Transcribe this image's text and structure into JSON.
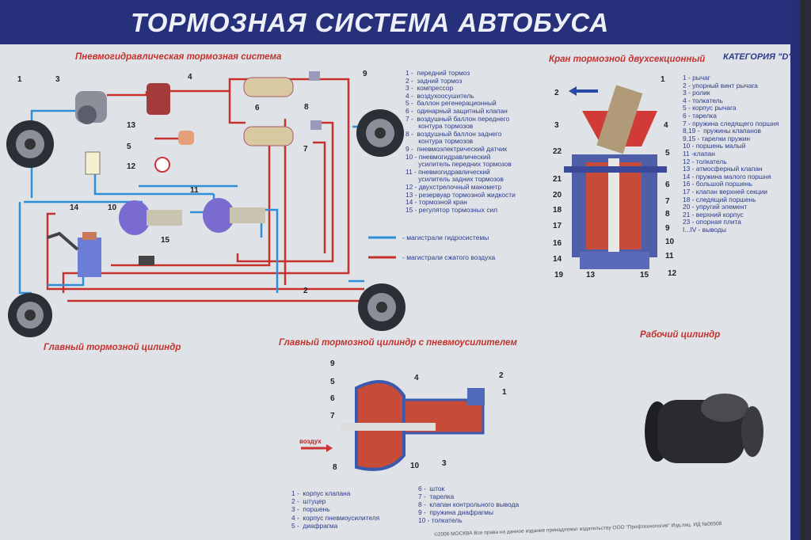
{
  "title": "ТОРМОЗНАЯ СИСТЕМА АВТОБУСА",
  "category": "КАТЕГОРИЯ \"D\"",
  "sections": {
    "pneumo": "Пневмогидравлическая тормозная система",
    "valve": "Кран тормозной двухсекционный",
    "master": "Главный тормозной цилиндр",
    "booster": "Главный тормозной цилиндр с пневмоусилителем",
    "wheel": "Рабочий цилиндр"
  },
  "line_legend": {
    "hydraulic": "- магистрали гидросистемы",
    "air": "- магистрали сжатого воздуха"
  },
  "air_label": "воздух",
  "system_legend": [
    "1 -  передний тормоз",
    "2 -  задний тормоз",
    "3 -  компрессор",
    "4 -  воздухоосушитель",
    "5 -  баллон регенерационный",
    "6 -  одинарный защитный клапан",
    "7 -  воздушный баллон переднего\n       контура тормозов",
    "8 -  воздушный баллон заднего\n       контура тормозов",
    "9 -  пневмоэлектрический датчик",
    "10 - пневмогидравлический\n       усилитель передних тормозов",
    "11 - пневмогидравлический\n       усилитель задних тормозов",
    "12 - двухстрелочный манометр",
    "13 - резервуар тормозной жидкости",
    "14 - тормозной кран",
    "15 - регулятор тормозных сил"
  ],
  "valve_legend": [
    "1 - рычаг",
    "2 - упорный винт рычага",
    "3 - ролик",
    "4 - толкатель",
    "5 - корпус рычага",
    "6 - тарелка",
    "7 - пружина следящего поршня",
    "8,19 -  пружины клапанов",
    "9,15 - тарелки пружин",
    "10 - поршень малый",
    "11 -клапан",
    "12 - толкатель",
    "13 - атмосферный клапан",
    "14 - пружина малого поршня",
    "16 - большой поршень",
    "17 - клапан верхней секции",
    "18 - следящий поршень",
    "20 - упругий элемент",
    "21 - верхний корпус",
    "23 - опорная плита",
    "I...IV - выводы"
  ],
  "booster_legend_left": [
    "1 -  корпус клапана",
    "2 -  штуцер",
    "3 -  поршень",
    "4 -  корпус пневмоусилителя",
    "5 -  диафрагма"
  ],
  "booster_legend_right": [
    "6 -  шток",
    "7 -  тарелка",
    "8 -  клапан контрольного вывода",
    "9 -  пружина диафрагмы",
    "10 - толкатель"
  ],
  "copyright": "©2006 МОСКВА Все права на данное издание принадлежат издательству ООО \"Профтехнология\" Изд.лиц. ИД №06508",
  "callouts_system": [
    "1",
    "3",
    "4",
    "9",
    "6",
    "8",
    "13",
    "5",
    "7",
    "12",
    "11",
    "10",
    "14",
    "15",
    "2"
  ],
  "callouts_valve": [
    "2",
    "3",
    "22",
    "21",
    "20",
    "18",
    "17",
    "16",
    "14",
    "19",
    "13",
    "15",
    "12",
    "11",
    "10",
    "9",
    "8",
    "7",
    "6",
    "5",
    "4",
    "1"
  ],
  "callouts_booster": [
    "9",
    "5",
    "6",
    "7",
    "8",
    "4",
    "10",
    "3",
    "2",
    "1"
  ],
  "colors": {
    "air": "#c8302c",
    "hydraulic": "#2f8fd6",
    "header": "#27307a",
    "board": "#dfe2e6"
  }
}
